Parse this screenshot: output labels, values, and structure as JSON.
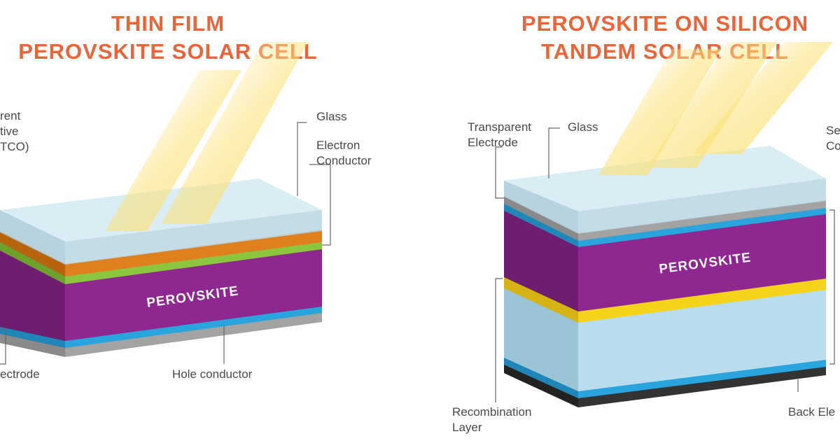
{
  "left": {
    "title_line1": "THIN FILM",
    "title_line2": "PEROVSKITE SOLAR CELL",
    "layer_label": "PEROVSKITE",
    "labels": {
      "tco_line1": "rent",
      "tco_line2": "tive",
      "tco_line3": "TCO)",
      "glass": "Glass",
      "electron_line1": "Electron",
      "electron_line2": "Conductor",
      "electrode": "ectrode",
      "hole": "Hole conductor"
    }
  },
  "right": {
    "title_line1": "PEROVSKITE ON SILICON",
    "title_line2": "TANDEM SOLAR CELL",
    "layer_label": "PEROVSKITE",
    "labels": {
      "transparent_line1": "Transparent",
      "transparent_line2": "Electrode",
      "glass": "Glass",
      "se_line1": "Se",
      "se_line2": "Co",
      "recomb_line1": "Recombination",
      "recomb_line2": "Layer",
      "back": "Back Ele"
    }
  },
  "colors": {
    "title": "#e8643a",
    "glass": "#cfe6ef",
    "orange_layer": "#e07f1e",
    "green_layer": "#8cc63f",
    "perovskite": "#8e278f",
    "blue_layer": "#2aa4dc",
    "gray_layer": "#a0a0a0",
    "yellow_layer": "#f6d31b",
    "silicon": "#b9ddee",
    "dark_layer": "#333333",
    "sunlight": "#fbe27a"
  }
}
